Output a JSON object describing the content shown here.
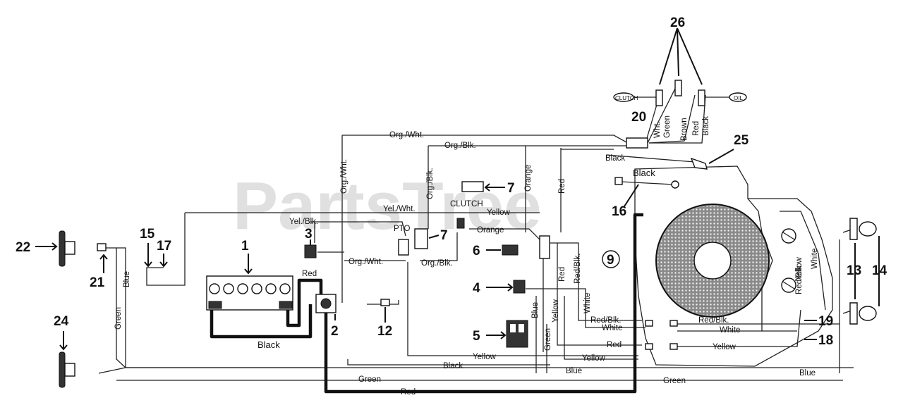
{
  "watermark": "PartsTree",
  "callouts": {
    "n1": "1",
    "n2": "2",
    "n3": "3",
    "n4": "4",
    "n5": "5",
    "n6": "6",
    "n7a": "7",
    "n7b": "7",
    "n9": "9",
    "n12": "12",
    "n13": "13",
    "n14": "14",
    "n15": "15",
    "n16": "16",
    "n17": "17",
    "n18": "18",
    "n19": "19",
    "n20": "20",
    "n21": "21",
    "n22": "22",
    "n24": "24",
    "n25": "25",
    "n26": "26"
  },
  "wire_labels": {
    "org_wht_top": "Org./Wht.",
    "org_wht_vert": "Org./Wht.",
    "org_blk_top": "Org./Blk.",
    "org_blk_vert": "Org./Blk.",
    "orange_vert": "Orange",
    "red_vert_top": "Red",
    "black_top": "Black",
    "black_coil": "Black",
    "yel_wht": "Yel./Wht.",
    "yellow_mid": "Yellow",
    "clutch": "CLUTCH",
    "yel_blk": "Yel./Blk.",
    "pto": "PTO",
    "orange_mid": "Orange",
    "red_batt": "Red",
    "org_wht_mid": "Org./Wht.",
    "org_blk_mid": "Org./Blk.",
    "blue_left": "Blue",
    "green_left": "Green",
    "black_batt": "Black",
    "red_blk_a": "Red/Blk.",
    "red_sw": "Red",
    "white_sw": "White",
    "red_blk_b": "Red/Blk.",
    "white_b": "White",
    "blue_sol": "Blue",
    "yellow_sol": "Yellow",
    "green_sol": "Green",
    "red_low": "Red",
    "yellow_low": "Yellow",
    "yellow_bottom": "Yellow",
    "black_bottom": "Black",
    "blue_bottom": "Blue",
    "green_bottom": "Green",
    "red_bottom": "Red",
    "green_right": "Green",
    "blue_right": "Blue",
    "red_blk_right": "Red/Blk.",
    "white_right": "White",
    "yellow_right": "Yellow",
    "yellow_eng": "Yellow",
    "red_blk_eng": "Red/Blk.",
    "white_eng": "White",
    "conn_wht": "Wht.",
    "conn_green": "Green",
    "conn_brown": "Brown",
    "conn_red": "Red",
    "conn_black": "Black",
    "plug_clutch": "CLUTCH",
    "plug_oil": "OIL"
  }
}
